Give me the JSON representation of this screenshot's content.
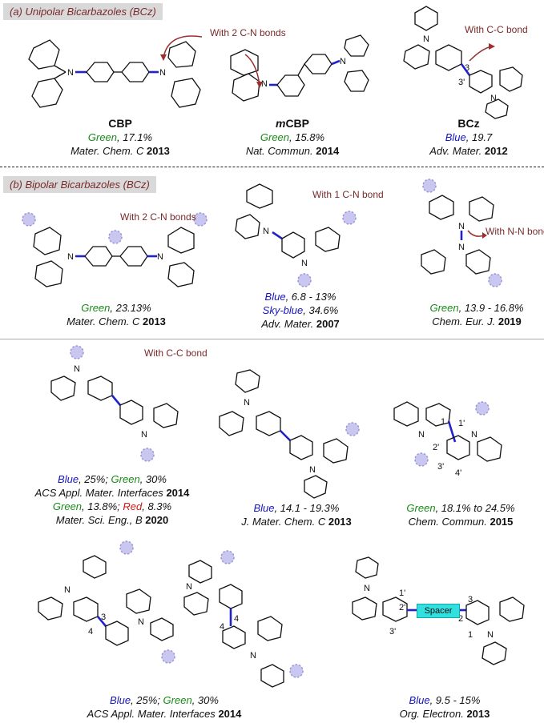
{
  "sections": {
    "unipolar": "(a) Unipolar Bicarbazoles (BCz)",
    "bipolar": "(b) Bipolar Bicarbazoles (BCz)"
  },
  "annotations": {
    "cbp_note": "With 2 C-N bonds",
    "bcz_note": "With C-C bond",
    "bip1_note": "With 2 C-N bonds",
    "bip2_note": "With 1 C-N bond",
    "bip3_note": "With N-N bond",
    "bip4_note": "With C-C bond"
  },
  "compounds": [
    {
      "name": "CBP",
      "line1_color": "Green",
      "line1_rest": ", 17.1%",
      "journal": "Mater. Chem. C",
      "year": "2013"
    },
    {
      "name_prefix": "m",
      "name": "CBP",
      "line1_color": "Green",
      "line1_rest": ", 15.8%",
      "journal": "Nat. Commun.",
      "year": "2014"
    },
    {
      "name": "BCz",
      "line1_color": "Blue",
      "line1_rest": ", 19.7",
      "journal": "Adv. Mater.",
      "year": "2012"
    },
    {
      "line1_color": "Green",
      "line1_rest": ", 23.13%",
      "journal": "Mater. Chem. C",
      "year": "2013"
    },
    {
      "line1_color": "Blue",
      "line1_rest": ", 6.8 - 13%",
      "line2_color": "Sky-blue",
      "line2_rest": ", 34.6%",
      "journal": "Adv. Mater.",
      "year": "2007"
    },
    {
      "line1_color": "Green",
      "line1_rest": ", 13.9 - 16.8%",
      "journal": "Chem. Eur. J.",
      "year": "2019"
    },
    {
      "line1_color": "Blue",
      "line1_rest": ", 25%; ",
      "line1_color2": "Green",
      "line1_rest2": ", 30%",
      "journal": "ACS Appl. Mater. Interfaces",
      "year": "2014",
      "line3_color": "Green",
      "line3_rest": ", 13.8%; ",
      "line3_color2": "Red",
      "line3_rest2": ", 8.3%",
      "journal2": "Mater. Sci. Eng., B",
      "year2": "2020"
    },
    {
      "line1_color": "Blue",
      "line1_rest": ", 14.1 - 19.3%",
      "journal": "J. Mater. Chem. C",
      "year": "2013"
    },
    {
      "line1_color": "Green",
      "line1_rest": ", 18.1% to 24.5%",
      "journal": "Chem. Commun.",
      "year": "2015"
    },
    {
      "line1_color": "Blue",
      "line1_rest": ", 25%; ",
      "line1_color2": "Green",
      "line1_rest2": ", 30%",
      "journal": "ACS Appl. Mater. Interfaces",
      "year": "2014"
    },
    {
      "line1_color": "Blue",
      "line1_rest": ", 9.5 - 15%",
      "journal": "Org. Electron.",
      "year": "2013"
    }
  ],
  "atom_labels": {
    "n": "N",
    "c3": "3",
    "c3p": "3'",
    "c1": "1",
    "c1p": "1'",
    "c2p": "2'",
    "c4p": "4'",
    "c4": "4",
    "c2": "2",
    "spacer": "Spacer"
  },
  "colors": {
    "green": "#1a8a1a",
    "blue": "#1515c0",
    "red": "#d01818",
    "link": "#2222cc",
    "tag_bg": "#d9d9d9",
    "note": "#7a2a2a"
  }
}
